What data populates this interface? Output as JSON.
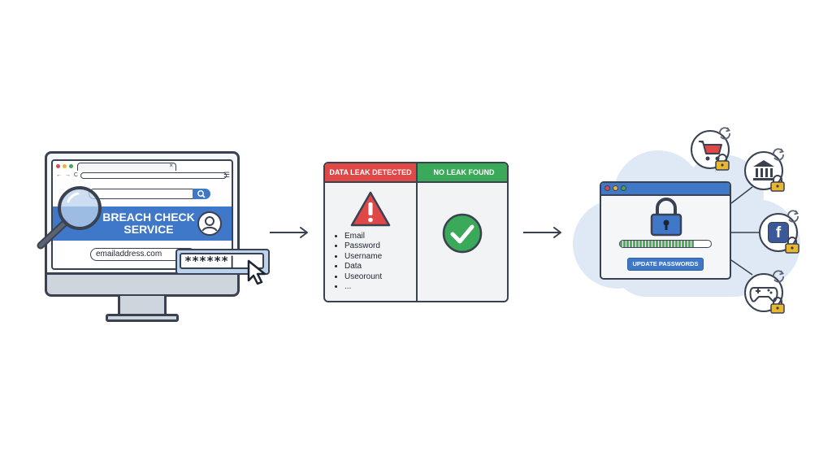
{
  "browser": {
    "close_glyph": "×",
    "nav_glyphs": "← → C",
    "menu_glyph": "☰",
    "banner_title": "BREACH CHECK SERVICE",
    "email_value": "emailaddress.com",
    "password_value": "******|"
  },
  "results": {
    "leak_header": "DATA LEAK DETECTED",
    "noleak_header": "NO LEAK FOUND",
    "leaked_items": [
      "Email",
      "Password",
      "Username",
      "Data",
      "Useorount",
      "..."
    ]
  },
  "update": {
    "button_label": "UPDATE PASSWORDS",
    "progress_fraction": 0.82
  },
  "services": [
    "shopping-cart",
    "bank",
    "facebook",
    "gamepad"
  ],
  "facebook_letter": "f",
  "colors": {
    "outline": "#3a4150",
    "accent_blue": "#3f78c8",
    "light_blue": "#bcd3ee",
    "cloud": "#dfe9f5",
    "danger_red": "#e04848",
    "success_green": "#3aa95a",
    "lock_gold": "#e8b830",
    "progress_green": "#4cb05c"
  }
}
